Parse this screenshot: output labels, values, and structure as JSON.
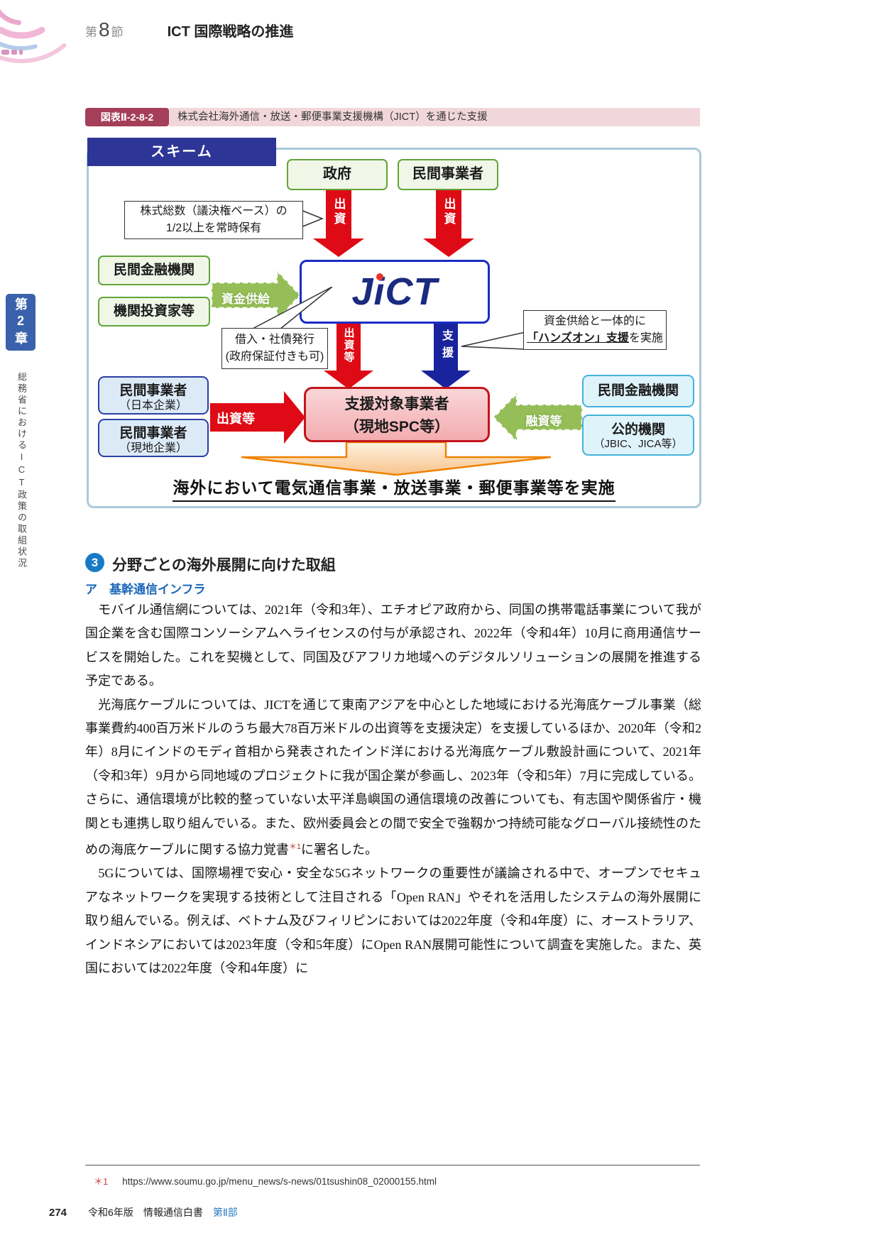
{
  "header": {
    "section_prefix": "第",
    "section_number": "8",
    "section_suffix": "節",
    "title": "ICT 国際戦略の推進"
  },
  "sidebar": {
    "chapter": "第2章",
    "chapter_title": "総務省におけるICT政策の取組状況"
  },
  "figure": {
    "badge": "図表Ⅱ-2-8-2",
    "title": "株式会社海外通信・放送・郵便事業支援機構（JICT）を通じた支援",
    "scheme_label": "スキーム",
    "boxes": {
      "government": "政府",
      "private_operators": "民間事業者",
      "private_financial": "民間金融機関",
      "institutional_investors": "機関投資家等",
      "operator_japan": "民間事業者",
      "operator_japan_sub": "（日本企業）",
      "operator_local": "民間事業者",
      "operator_local_sub": "（現地企業）",
      "target_line1": "支援対象事業者",
      "target_line2": "（現地SPC等）",
      "right_financial": "民間金融機関",
      "public_org": "公的機関",
      "public_org_sub": "（JBIC、JICA等）"
    },
    "logo": {
      "j": "J",
      "i": "i",
      "ct": "CT"
    },
    "arrows": {
      "invest_left": "出資",
      "invest_right": "出資",
      "fund_supply": "資金供給",
      "invest_etc_down": "出資等",
      "support": "支援",
      "invest_etc_right": "出資等",
      "loan_etc": "融資等"
    },
    "callouts": {
      "shares_line1": "株式総数（議決権ベース）の",
      "shares_line2": "1/2以上を常時保有",
      "borrow_line1": "借入・社債発行",
      "borrow_line2": "(政府保証付きも可)",
      "handson_line1": "資金供給と一体的に",
      "handson_line2_strong": "「ハンズオン」支援",
      "handson_line2_rest": "を実施"
    },
    "banner": "海外において電気通信事業・放送事業・郵便事業等を実施"
  },
  "section": {
    "number": "3",
    "title": "分野ごとの海外展開に向けた取組",
    "subsection": "ア　基幹通信インフラ"
  },
  "paragraphs": {
    "p1": "　モバイル通信網については、2021年（令和3年）、エチオピア政府から、同国の携帯電話事業について我が国企業を含む国際コンソーシアムへライセンスの付与が承認され、2022年（令和4年）10月に商用通信サービスを開始した。これを契機として、同国及びアフリカ地域へのデジタルソリューションの展開を推進する予定である。",
    "p2_pre": "　光海底ケーブルについては、JICTを通じて東南アジアを中心とした地域における光海底ケーブル事業（総事業費約400百万米ドルのうち最大78百万米ドルの出資等を支援決定）を支援しているほか、2020年（令和2年）8月にインドのモディ首相から発表されたインド洋における光海底ケーブル敷設計画について、2021年（令和3年）9月から同地域のプロジェクトに我が国企業が参画し、2023年（令和5年）7月に完成している。さらに、通信環境が比較的整っていない太平洋島嶼国の通信環境の改善についても、有志国や関係省庁・機関とも連携し取り組んでいる。また、欧州委員会との間で安全で強靱かつ持続可能なグローバル接続性のための海底ケーブルに関する協力覚書",
    "p2_sup": "＊1",
    "p2_post": "に署名した。",
    "p3": "　5Gについては、国際場裡で安心・安全な5Gネットワークの重要性が議論される中で、オープンでセキュアなネットワークを実現する技術として注目される「Open RAN」やそれを活用したシステムの海外展開に取り組んでいる。例えば、ベトナム及びフィリピンにおいては2022年度（令和4年度）に、オーストラリア、インドネシアにおいては2023年度（令和5年度）にOpen RAN展開可能性について調査を実施した。また、英国においては2022年度（令和4年度）に"
  },
  "footnote": {
    "marker": "＊1",
    "url": "https://www.soumu.go.jp/menu_news/s-news/01tsushin08_02000155.html"
  },
  "footer": {
    "page_number": "274",
    "edition": "令和6年版　情報通信白書",
    "part": "第Ⅱ部"
  },
  "colors": {
    "accent_red": "#de0a15",
    "accent_blue": "#19239e",
    "accent_green": "#95be58",
    "badge_maroon": "#a43e59",
    "scheme_navy": "#2d3697",
    "heading_blue": "#1b67b8",
    "frame_blue": "#a9cadb",
    "orange": "#ef8200"
  }
}
